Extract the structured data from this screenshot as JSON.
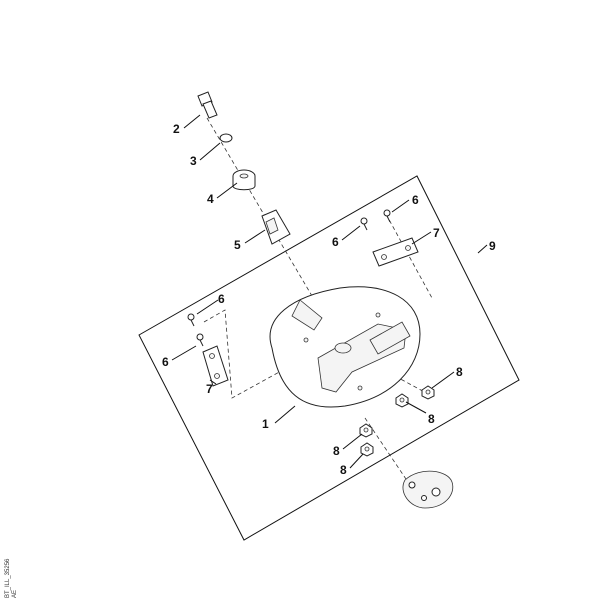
{
  "callouts": {
    "c1": "1",
    "c2": "2",
    "c3": "3",
    "c4": "4",
    "c5": "5",
    "c6a": "6",
    "c6b": "6",
    "c6c": "6",
    "c6d": "6",
    "c7a": "7",
    "c7b": "7",
    "c8a": "8",
    "c8b": "8",
    "c8c": "8",
    "c8d": "8",
    "c9": "9"
  },
  "drawing_code": "BT_ILL_35256",
  "drawing_code_sub": "AE"
}
